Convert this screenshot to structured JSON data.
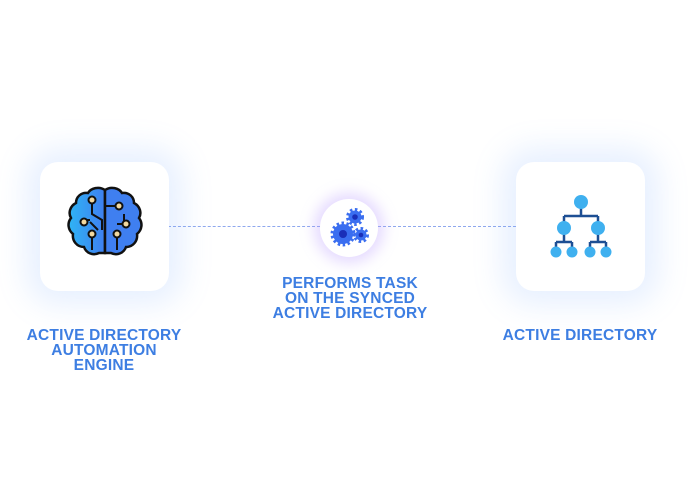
{
  "nodes": {
    "engine": {
      "lines": [
        "ACTIVE DIRECTORY",
        "AUTOMATION",
        "ENGINE"
      ],
      "icon": "brain-circuit-icon"
    },
    "task": {
      "lines": [
        "PERFORMS TASK",
        "ON THE SYNCED",
        "ACTIVE DIRECTORY"
      ],
      "icon": "gears-icon"
    },
    "directory": {
      "lines": [
        "ACTIVE DIRECTORY"
      ],
      "icon": "hierarchy-tree-icon"
    }
  },
  "colors": {
    "label": "#3d7ee2",
    "connector": "#8fa8ee"
  }
}
